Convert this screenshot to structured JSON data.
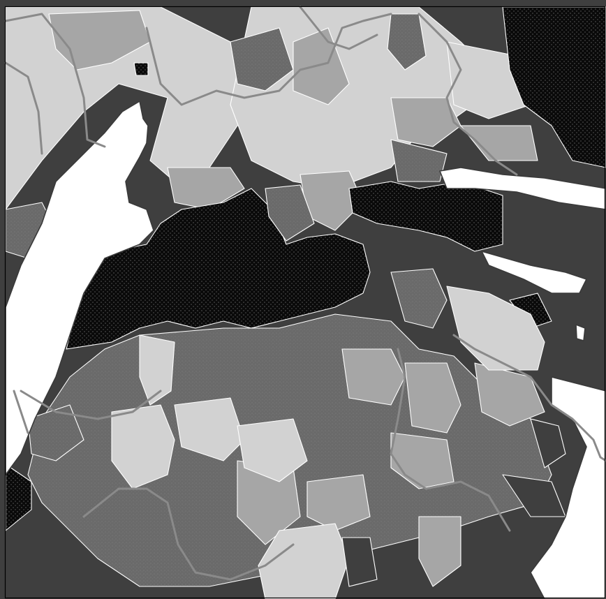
{
  "map": {
    "kind": "choropleth",
    "legend": null,
    "title": null,
    "classes": [
      {
        "class_id": "very-dense",
        "fill": "#0a0a0a",
        "texture": "stipple"
      },
      {
        "class_id": "dense",
        "fill": "#3f3f3f",
        "texture": "none"
      },
      {
        "class_id": "medium",
        "fill": "#6a6a6a",
        "texture": "stipple"
      },
      {
        "class_id": "light",
        "fill": "#a6a6a6",
        "texture": "none"
      },
      {
        "class_id": "very-light",
        "fill": "#d2d2d2",
        "texture": "none"
      }
    ],
    "colors": {
      "water": "#ffffff",
      "district_border": "#ffffff",
      "state_border": "#8a8a8a",
      "coastline": "#3a3a3a"
    }
  }
}
